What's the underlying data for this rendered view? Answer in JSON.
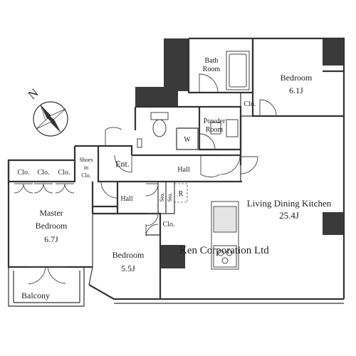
{
  "compass": {
    "label": "N",
    "icon": "compass-rose-icon"
  },
  "rooms": {
    "bathroom": "Bath\nRoom",
    "bedroom_ne": {
      "name": "Bedroom",
      "size": "6.1J"
    },
    "closet_ne": "Clo.",
    "powder_room": "Powder\nRoom",
    "washer": "W",
    "shoes_closet": "Shoes\nin\nClo.",
    "entrance": "Ent.",
    "hall_main": "Hall",
    "closet_master": [
      "Clo.",
      "Clo.",
      "Clo."
    ],
    "hall_small": "Hall",
    "storage": [
      "Sto.",
      "Sto."
    ],
    "refrigerator": "R",
    "closet_bed_center": "Clo.",
    "ldk": {
      "name": "Living Dining Kitchen",
      "size": "25.4J"
    },
    "master_bedroom": {
      "name": "Master\nBedroom",
      "size": "6.7J"
    },
    "bedroom_center": {
      "name": "Bedroom",
      "size": "5.5J"
    },
    "balcony": "Balcony"
  },
  "watermark": "Ken Corporation Ltd"
}
